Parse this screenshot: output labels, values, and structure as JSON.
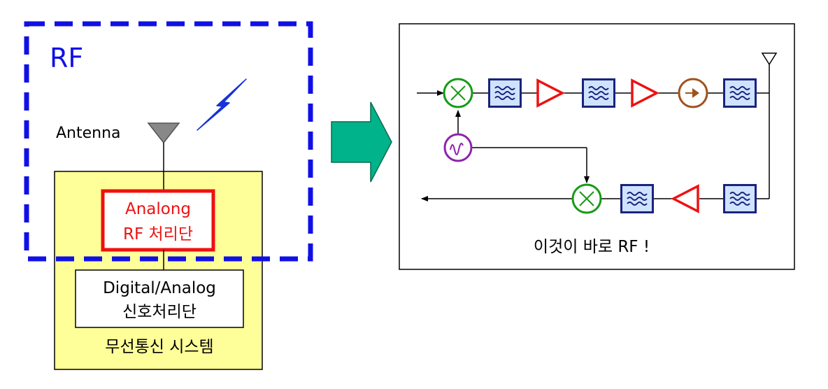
{
  "left_panel": {
    "rf_label": "RF",
    "antenna_label": "Antenna",
    "analog_block": {
      "line1": "Analong",
      "line2": "RF 처리단"
    },
    "digital_block": {
      "line1": "Digital/Analog",
      "line2": "신호처리단"
    },
    "system_label": "무선통신 시스템"
  },
  "right_panel": {
    "caption": "이것이 바로 RF !"
  },
  "colors": {
    "rf_boundary": "#1010e6",
    "system_fill": "#ffff99",
    "analog_border": "#ee1111",
    "analog_text": "#ee1111",
    "arrow_fill": "#00b38a",
    "mixer": "#159b15",
    "filter": "#1a237e",
    "filter_fill": "#cfe3ff",
    "amplifier": "#ee1111",
    "isolator": "#a0521d",
    "oscillator": "#8e24aa",
    "lightning": "#1533d6",
    "antenna": "#888888"
  },
  "icons": {
    "mixer": "mixer-icon",
    "filter": "bandpass-filter-icon",
    "amplifier": "amplifier-icon",
    "isolator": "isolator-icon",
    "oscillator": "oscillator-icon",
    "antenna": "antenna-icon",
    "lightning": "lightning-icon"
  }
}
